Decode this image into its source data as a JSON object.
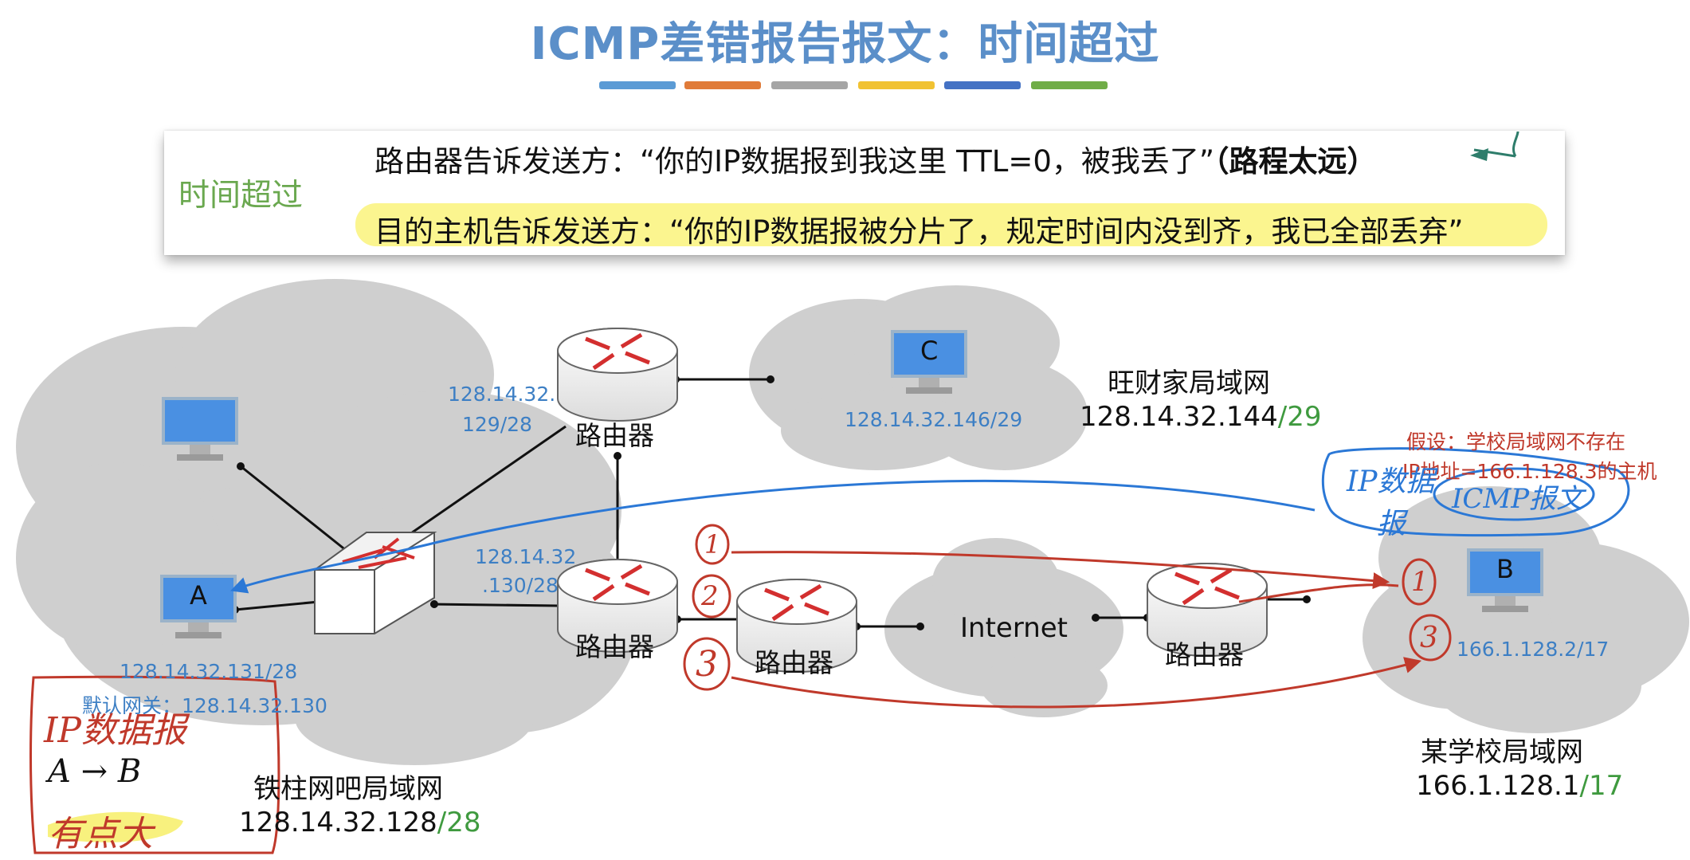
{
  "title": "ICMP差错报告报文：时间超过",
  "colors": {
    "accent": "#5b8fc9",
    "prefix": "#3f9a3f",
    "ip": "#3d7fc4",
    "redInk": "#c0392b",
    "blueInk": "#2b78d6",
    "highlight": "#fbf58f"
  },
  "callout": {
    "label": "时间超过",
    "line1_main": "路由器告诉发送方：“你的IP数据报到我这里 TTL=0，被我丢了”",
    "line1_bold": "（路程太远）",
    "line2": "目的主机告诉发送方：“你的IP数据报被分片了，规定时间内没到齐，我已全部丢弃”"
  },
  "networks": {
    "left": {
      "name": "铁柱网吧局域网",
      "addr": "128.14.32.128",
      "prefix": "/28"
    },
    "top": {
      "name": "旺财家局域网",
      "addr": "128.14.32.144",
      "prefix": "/29"
    },
    "right": {
      "name": "某学校局域网",
      "addr": "166.1.128.1",
      "prefix": "/17"
    }
  },
  "hosts": {
    "a": {
      "label": "A",
      "ip": "128.14.32.131/28",
      "gateway": "默认网关：128.14.32.130"
    },
    "b": {
      "label": "B",
      "ip": "166.1.128.2/17"
    },
    "c": {
      "label": "C",
      "ip": "128.14.32.146/29"
    }
  },
  "router_label": "路由器",
  "iface_top": [
    "128.14.32.",
    "129/28"
  ],
  "iface_mid": [
    "128.14.32",
    ".130/28"
  ],
  "internet": "Internet",
  "note": [
    "假设：学校局域网不存在",
    "IP地址=166.1.128.3的主机"
  ],
  "handwriting": {
    "box": [
      "IP数据报",
      "A → B",
      "有点大"
    ],
    "ip_datagram": [
      "IP数据",
      "报"
    ],
    "icmp": "ICMP报文",
    "n1": "1",
    "n2": "2",
    "n3": "3"
  }
}
